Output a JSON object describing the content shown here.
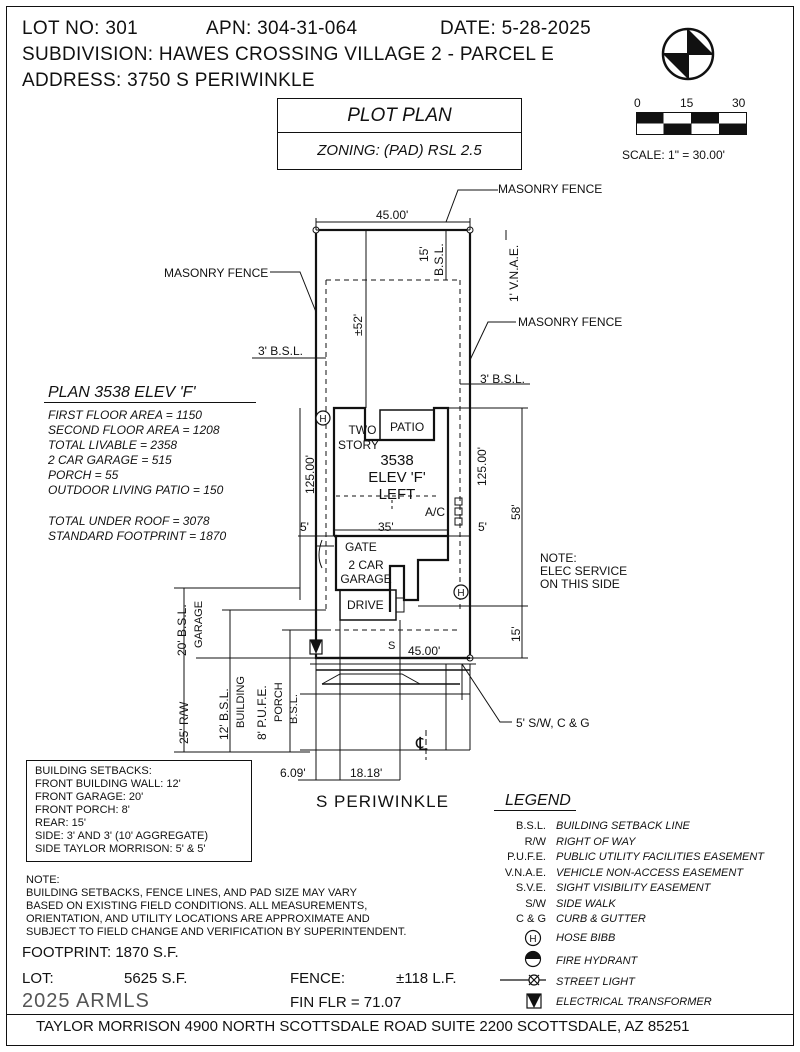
{
  "header": {
    "lot": "LOT NO: 301",
    "apn": "APN: 304-31-064",
    "date": "DATE: 5-28-2025",
    "subdivision": "SUBDIVISION: HAWES CROSSING VILLAGE 2 - PARCEL E",
    "address": "ADDRESS: 3750 S PERIWINKLE"
  },
  "title_box": {
    "title": "PLOT PLAN",
    "zoning": "ZONING: (PAD) RSL 2.5"
  },
  "scale": {
    "tick0": "0",
    "tick15": "15",
    "tick30": "30",
    "label": "SCALE: 1\" = 30.00'"
  },
  "plan_info": {
    "title": "PLAN 3538 ELEV 'F'",
    "lines": [
      "FIRST FLOOR AREA = 1150",
      "SECOND FLOOR AREA = 1208",
      "TOTAL LIVABLE = 2358",
      "2 CAR GARAGE = 515",
      "PORCH = 55",
      "OUTDOOR LIVING PATIO = 150"
    ],
    "lines2": [
      "TOTAL UNDER ROOF = 3078",
      "STANDARD FOOTPRINT = 1870"
    ]
  },
  "site": {
    "masonry_fence": "MASONRY FENCE",
    "top_width": "45.00'",
    "bottom_width": "45.00'",
    "bsl_15": "15'",
    "bsl_label": "B.S.L.",
    "vnae": "1' V.N.A.E.",
    "pm52": "±52'",
    "bsl3_left": "3' B.S.L.",
    "bsl3_right": "3' B.S.L.",
    "depth_left": "125.00'",
    "depth_right": "125.00'",
    "two_story": [
      "TWO",
      "STORY"
    ],
    "patio": "PATIO",
    "house": [
      "3538",
      "ELEV 'F'",
      "LEFT"
    ],
    "ac": "A/C",
    "side5_left": "5'",
    "width35": "35'",
    "side5_right": "5'",
    "gate": "GATE",
    "garage": [
      "2 CAR",
      "GARAGE"
    ],
    "drive": "DRIVE",
    "dim58": "58'",
    "dim15": "15'",
    "elec_note": [
      "NOTE:",
      "ELEC SERVICE",
      "ON THIS SIDE"
    ],
    "bsl20": [
      "20' B.S.L.",
      "GARAGE"
    ],
    "rw25": "25' R/W",
    "bsl12": [
      "12' B.S.L.",
      "BUILDING"
    ],
    "pufe8": [
      "8' P.U.F.E.",
      "PORCH",
      "B.S.L."
    ],
    "sw_label": "5' S/W, C & G",
    "dim609": "6.09'",
    "dim1818": "18.18'",
    "street": "S   PERIWINKLE",
    "s_mark": "S",
    "cl_mark": "℄"
  },
  "setbacks": {
    "lines": [
      "BUILDING SETBACKS:",
      "FRONT BUILDING WALL: 12'",
      "FRONT GARAGE: 20'",
      "FRONT PORCH: 8'",
      "REAR: 15'",
      "SIDE: 3' AND 3' (10' AGGREGATE)",
      "SIDE TAYLOR MORRISON: 5' & 5'"
    ]
  },
  "legend": {
    "title": "LEGEND",
    "items": [
      {
        "abbr": "B.S.L.",
        "desc": "BUILDING SETBACK LINE"
      },
      {
        "abbr": "R/W",
        "desc": "RIGHT OF WAY"
      },
      {
        "abbr": "P.U.F.E.",
        "desc": "PUBLIC UTILITY FACILITIES EASEMENT"
      },
      {
        "abbr": "V.N.A.E.",
        "desc": "VEHICLE NON-ACCESS EASEMENT"
      },
      {
        "abbr": "S.V.E.",
        "desc": "SIGHT VISIBILITY EASEMENT"
      },
      {
        "abbr": "S/W",
        "desc": "SIDE WALK"
      },
      {
        "abbr": "C & G",
        "desc": "CURB & GUTTER"
      }
    ],
    "symbols": [
      {
        "icon": "hose-bibb-icon",
        "glyph": "H",
        "desc": "HOSE BIBB"
      },
      {
        "icon": "fire-hydrant-icon",
        "desc": "FIRE HYDRANT"
      },
      {
        "icon": "street-light-icon",
        "desc": "STREET LIGHT"
      },
      {
        "icon": "electrical-transformer-icon",
        "desc": "ELECTRICAL TRANSFORMER"
      }
    ]
  },
  "notes": {
    "lines": [
      "NOTE:",
      "BUILDING SETBACKS, FENCE LINES, AND PAD SIZE MAY VARY",
      "BASED ON EXISTING FIELD CONDITIONS.  ALL MEASUREMENTS,",
      "ORIENTATION, AND UTILITY LOCATIONS ARE APPROXIMATE AND",
      "SUBJECT TO FIELD CHANGE AND VERIFICATION BY SUPERINTENDENT."
    ]
  },
  "summary": {
    "footprint": "FOOTPRINT: 1870 S.F.",
    "lot_label": "LOT:",
    "lot_value": "5625 S.F.",
    "fence_label": "FENCE:",
    "fence_value": "±118 L.F.",
    "fin_flr": "FIN FLR = 71.07",
    "watermark": "2025 ARMLS"
  },
  "footer": "TAYLOR MORRISON 4900 NORTH SCOTTSDALE ROAD SUITE 2200 SCOTTSDALE, AZ  85251"
}
